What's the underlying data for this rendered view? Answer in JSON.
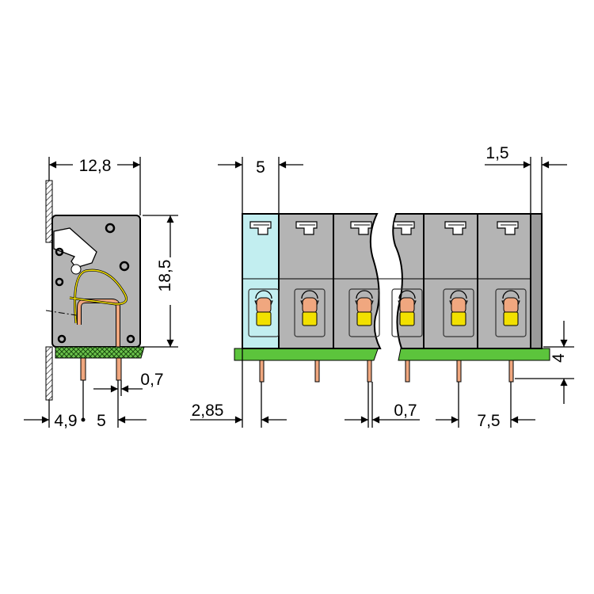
{
  "dimensions": {
    "side_width": "12,8",
    "side_height": "18,5",
    "side_pin_thickness": "0,7",
    "side_offset": "4,9",
    "side_pin_spacing": "5",
    "front_pitch": "5",
    "front_endplate": "1,5",
    "front_pcb_height": "4",
    "front_first_pin": "2,85",
    "front_pin_thickness": "0,7",
    "front_pin_pitch": "7,5"
  },
  "colors": {
    "housing": "#b4b4b4",
    "first_module": "#c2eef0",
    "pcb": "#5cc43c",
    "copper": "#f0a77f",
    "lever": "#f2e000"
  }
}
